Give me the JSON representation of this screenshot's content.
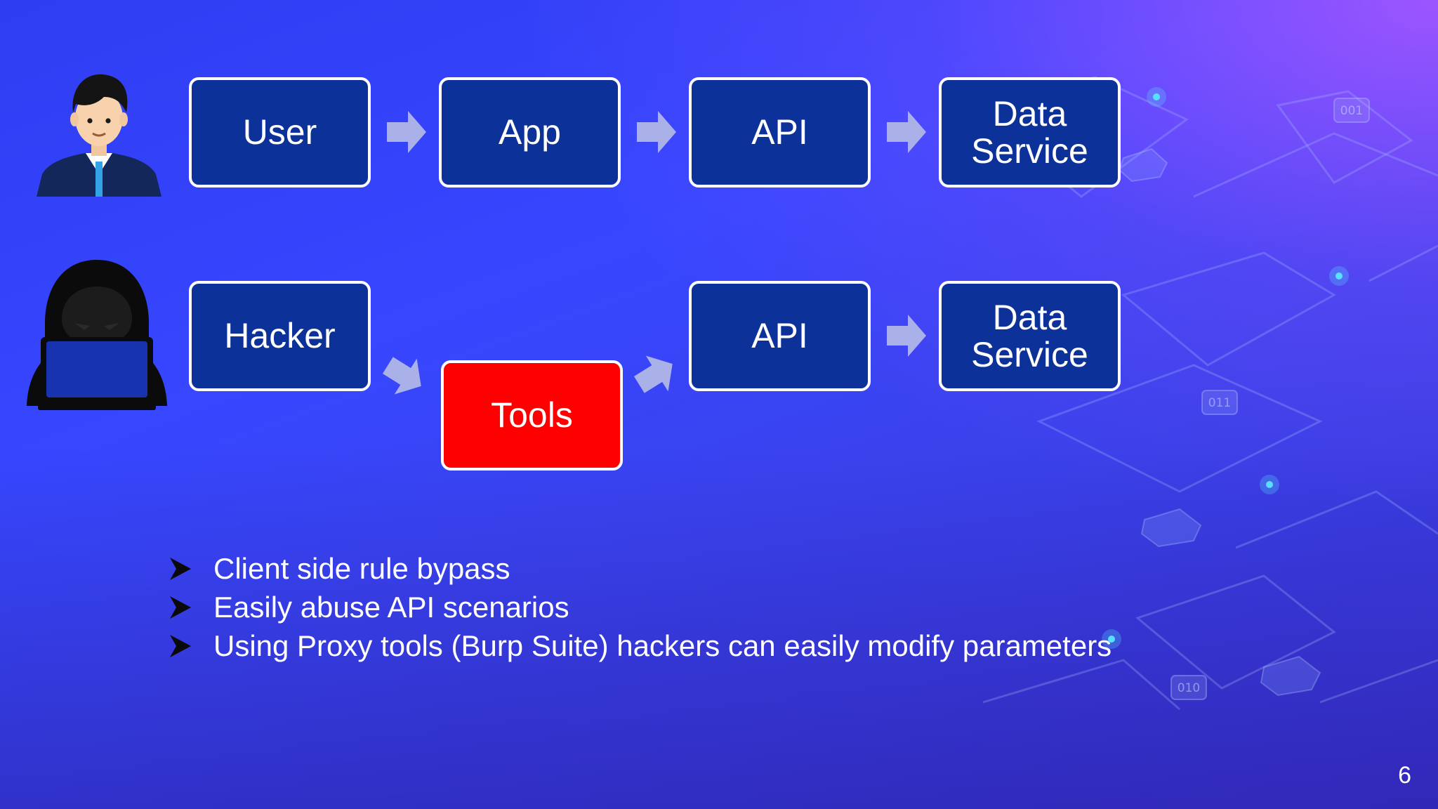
{
  "row1": {
    "boxes": [
      "User",
      "App",
      "API",
      "Data\nService"
    ]
  },
  "row2": {
    "boxes": [
      "Hacker",
      "Tools",
      "API",
      "Data\nService"
    ]
  },
  "bullets": [
    "Client side rule bypass",
    "Easily abuse API scenarios",
    "Using Proxy tools (Burp Suite) hackers can easily modify parameters"
  ],
  "background_tags": [
    "001",
    "011",
    "010"
  ],
  "page_number": "6",
  "colors": {
    "box_fill": "#0c3199",
    "tools_fill": "#ff0000",
    "box_border": "#ffffff",
    "arrow": "#aab0e8"
  },
  "icons": {
    "user": "businessman-icon",
    "hacker": "hooded-hacker-laptop-icon",
    "arrow": "block-arrow-icon",
    "bullet": "arrowhead-bullet-icon"
  }
}
